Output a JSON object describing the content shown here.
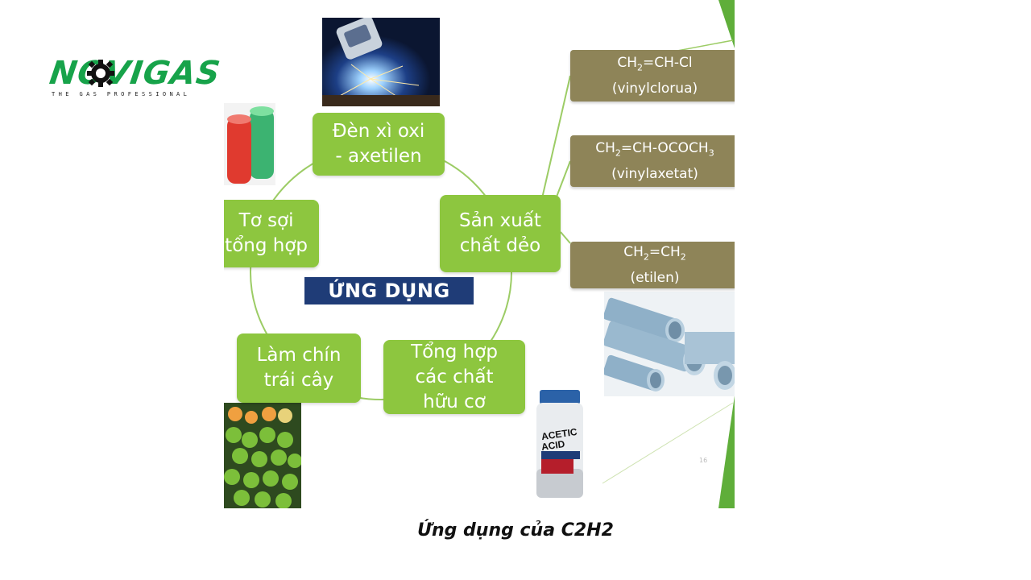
{
  "logo": {
    "name": "NOVIGAS",
    "tagline": "THE GAS PROFESSIONAL"
  },
  "diagram": {
    "center": "ỨNG DỤNG",
    "nodes": {
      "welding": "Đèn xì oxi\n- axetilen",
      "plastics": "Sản xuất\nchất dẻo",
      "organic": "Tổng hợp\ncác chất\nhữu cơ",
      "ripening": "Làm chín\ntrái cây",
      "fiber": "Tơ sợi\ntổng hợp"
    },
    "chemicals": [
      {
        "formula_main": "CH",
        "formula_sub": "2",
        "formula_rest": "=CH-Cl",
        "formula_sub2": "",
        "name": "(vinylclorua)"
      },
      {
        "formula_main": "CH",
        "formula_sub": "2",
        "formula_rest": "=CH-OCOCH",
        "formula_sub2": "3",
        "name": "(vinylaxetat)"
      },
      {
        "formula_main": "CH",
        "formula_sub": "2",
        "formula_rest": "=CH",
        "formula_sub2": "2",
        "name": "(etilen)"
      }
    ],
    "bottle_label": {
      "line1": "ACETIC",
      "line2": "ACID"
    },
    "page_number": "16"
  },
  "caption": "Ứng dụng của C2H2",
  "colors": {
    "node_green": "#8dc63f",
    "chem_olive": "#8e8458",
    "center_navy": "#1f3c77",
    "logo_green": "#17a34a"
  }
}
